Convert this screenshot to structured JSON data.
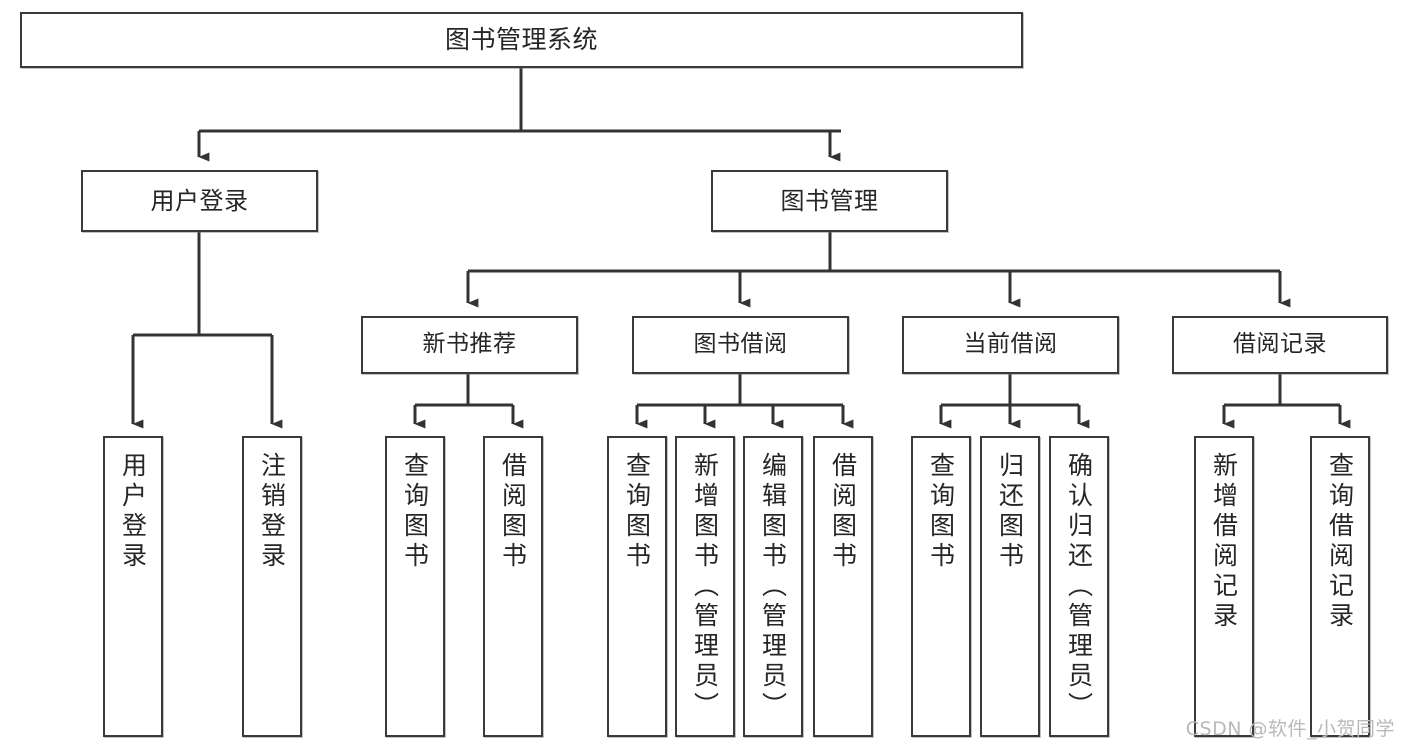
{
  "diagram": {
    "title": "图书管理系统",
    "type": "tree",
    "watermark": "CSDN @软件_小贺同学",
    "colors": {
      "box_border": "#3a3a3a",
      "box_fill": "#ffffff",
      "connector": "#333333",
      "text": "#262626",
      "watermark": "#b9b9b9"
    },
    "root": {
      "label": "图书管理系统"
    },
    "level1": [
      {
        "label": "用户登录"
      },
      {
        "label": "图书管理"
      }
    ],
    "level2": [
      {
        "label": "新书推荐"
      },
      {
        "label": "图书借阅"
      },
      {
        "label": "当前借阅"
      },
      {
        "label": "借阅记录"
      }
    ],
    "leaves": [
      {
        "label": "用户登录",
        "parent": "用户登录"
      },
      {
        "label": "注销登录",
        "parent": "用户登录"
      },
      {
        "label": "查询图书",
        "parent": "新书推荐"
      },
      {
        "label": "借阅图书",
        "parent": "新书推荐"
      },
      {
        "label": "查询图书",
        "parent": "图书借阅"
      },
      {
        "label": "新增图书（管理员）",
        "parent": "图书借阅"
      },
      {
        "label": "编辑图书（管理员）",
        "parent": "图书借阅"
      },
      {
        "label": "借阅图书",
        "parent": "图书借阅"
      },
      {
        "label": "查询图书",
        "parent": "当前借阅"
      },
      {
        "label": "归还图书",
        "parent": "当前借阅"
      },
      {
        "label": "确认归还（管理员）",
        "parent": "当前借阅"
      },
      {
        "label": "新增借阅记录",
        "parent": "借阅记录"
      },
      {
        "label": "查询借阅记录",
        "parent": "借阅记录"
      }
    ]
  }
}
